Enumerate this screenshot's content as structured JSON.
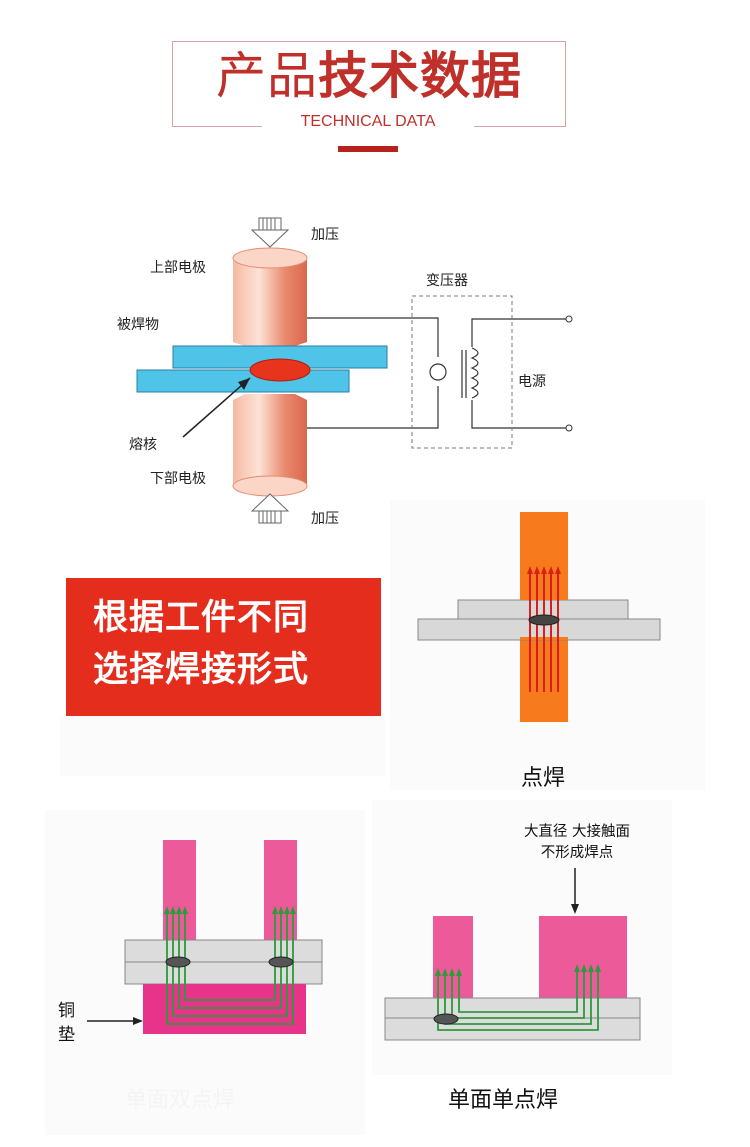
{
  "header": {
    "title_light": "产品",
    "title_bold": "技术数据",
    "subtitle": "TECHNICAL DATA"
  },
  "principle": {
    "press_top": "加压",
    "upper_electrode": "上部电极",
    "workpiece": "被焊物",
    "transformer": "变压器",
    "power_source": "电源",
    "nugget": "熔核",
    "lower_electrode": "下部电极",
    "press_bottom": "加压"
  },
  "callout": {
    "line1": "根据工件不同",
    "line2": "选择焊接形式"
  },
  "spot": {
    "caption": "点焊"
  },
  "double": {
    "copper_line1": "铜",
    "copper_line2": "垫",
    "caption": "单面双点焊"
  },
  "single": {
    "note_line1": "大直径 大接触面",
    "note_line2": "不形成焊点",
    "caption": "单面单点焊"
  },
  "colors": {
    "accent": "#c0302a",
    "callout": "#e52d1d",
    "electrode_orange": "#f77a1c",
    "electrode_pink": "#ec5a9a",
    "copper_pad": "#e8338a",
    "plate_blue": "#4fc3e8",
    "current_green": "#2e9a3c",
    "nugget_red": "#e8341c"
  }
}
